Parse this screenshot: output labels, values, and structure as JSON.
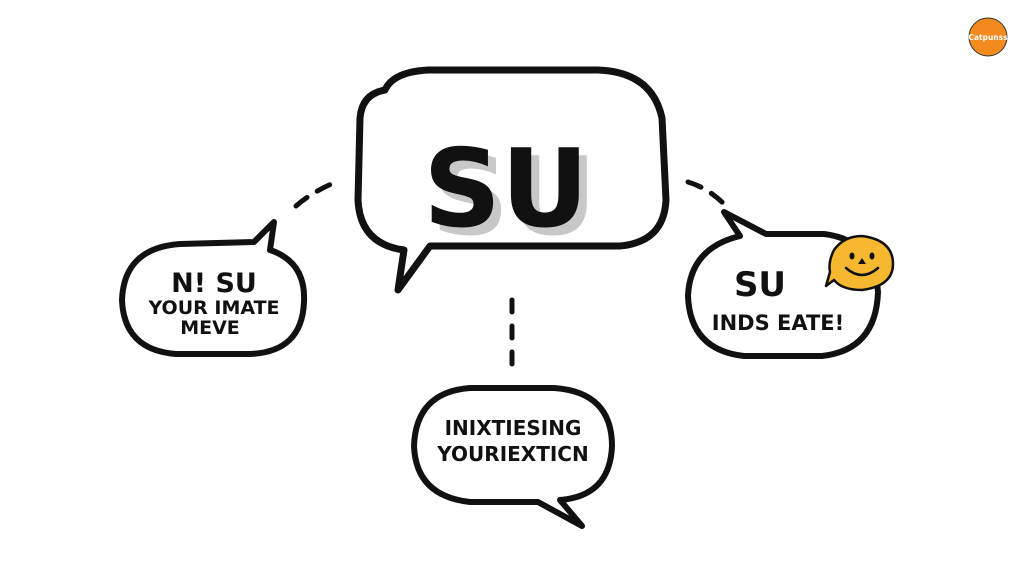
{
  "logo": {
    "text": "Catpunss",
    "color": "#f28a1e"
  },
  "main_bubble": {
    "text": "SU"
  },
  "left_bubble": {
    "line1": "N! SU",
    "line2": "YOUR IMATE",
    "line3": "MEVE"
  },
  "right_bubble": {
    "line1": "SU",
    "line2": "INDS EATE!",
    "emoji": "smiley-face-icon",
    "emoji_color": "#f5b82e"
  },
  "bottom_bubble": {
    "line1": "INIXTIESING",
    "line2": "YOURIEXTICN"
  },
  "colors": {
    "outline": "#111111",
    "shadow": "#c8c8c8",
    "background": "#ffffff"
  }
}
